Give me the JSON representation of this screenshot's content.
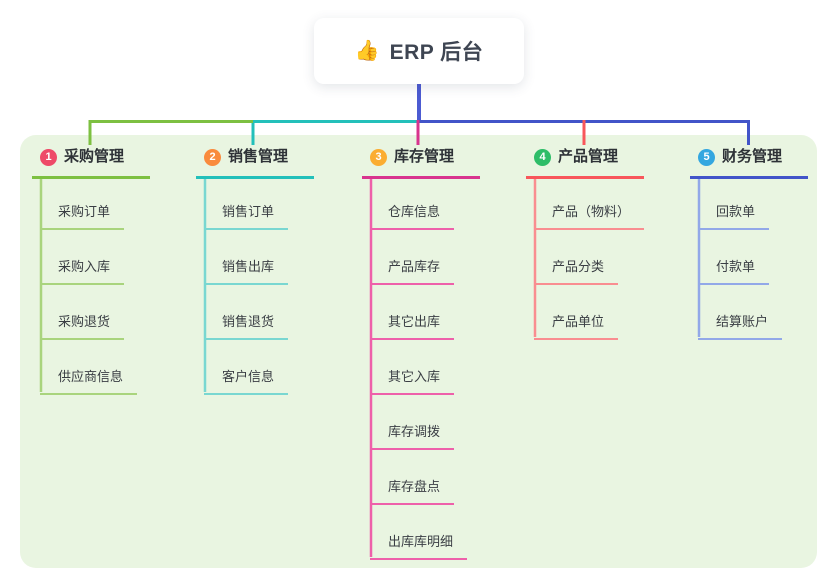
{
  "root": {
    "icon": "👍",
    "label": "ERP 后台"
  },
  "branches": [
    {
      "num": "1",
      "label": "采购管理",
      "badge_color": "#ee4a68",
      "line_color": "#7dc041",
      "sub_line_color": "#a9d47d",
      "items": [
        "采购订单",
        "采购入库",
        "采购退货",
        "供应商信息"
      ]
    },
    {
      "num": "2",
      "label": "销售管理",
      "badge_color": "#f98b3d",
      "line_color": "#23c0ba",
      "sub_line_color": "#79d7d1",
      "items": [
        "销售订单",
        "销售出库",
        "销售退货",
        "客户信息"
      ]
    },
    {
      "num": "3",
      "label": "库存管理",
      "badge_color": "#fbad31",
      "line_color": "#d8348e",
      "sub_line_color": "#ee60aa",
      "items": [
        "仓库信息",
        "产品库存",
        "其它出库",
        "其它入库",
        "库存调拨",
        "库存盘点",
        "出库库明细"
      ]
    },
    {
      "num": "4",
      "label": "产品管理",
      "badge_color": "#2ebd68",
      "line_color": "#f8565b",
      "sub_line_color": "#f98d90",
      "items": [
        "产品（物料）",
        "产品分类",
        "产品单位"
      ]
    },
    {
      "num": "5",
      "label": "财务管理",
      "badge_color": "#34a7e0",
      "line_color": "#4254c9",
      "sub_line_color": "#92a8e8",
      "items": [
        "回款单",
        "付款单",
        "结算账户"
      ]
    }
  ],
  "palette": {
    "canvas_panel": "#e9f5e1",
    "root_connector": "#4c5bd2",
    "text_dark": "#2e3237"
  }
}
